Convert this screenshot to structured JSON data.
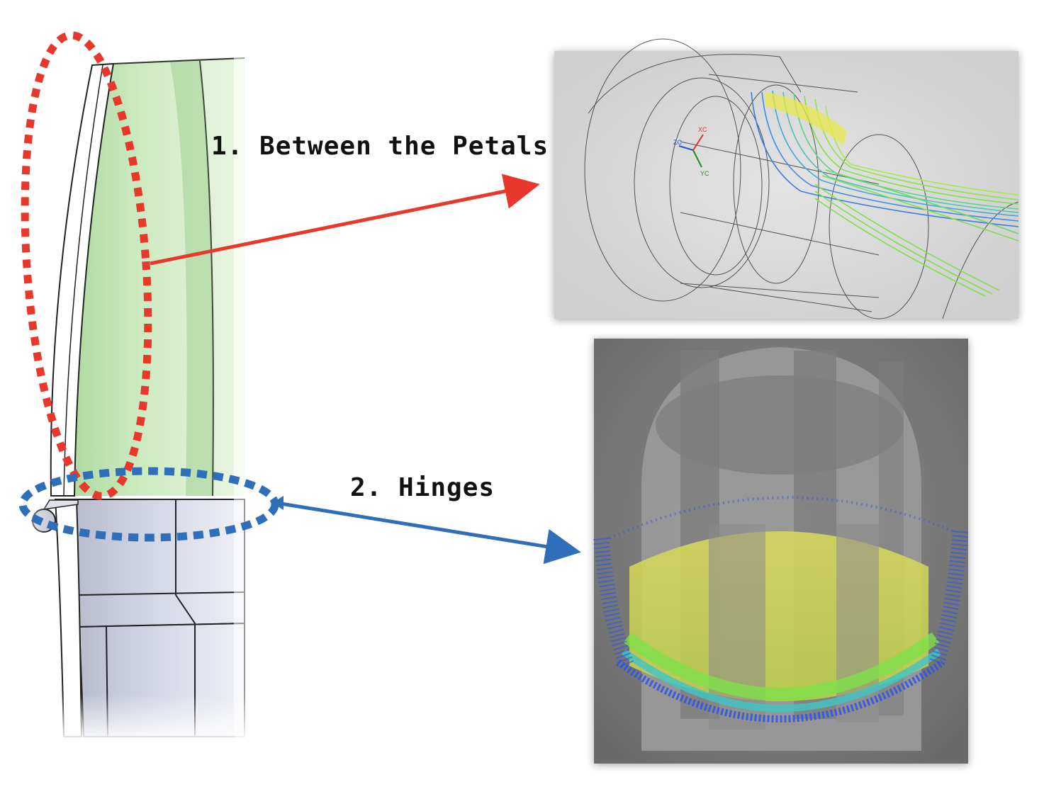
{
  "callouts": {
    "petals": {
      "label": "1. Between the Petals",
      "color": "#e8382b"
    },
    "hinges": {
      "label": "2. Hinges",
      "color": "#2f6fba"
    }
  },
  "views": {
    "streamline_axes": {
      "xc": "XC",
      "yc": "YC",
      "zc": "ZC"
    }
  },
  "colors": {
    "petal_green": "#b9e0a8",
    "steel_gray": "#c3c6d6",
    "sim_background": "#d9d9d9",
    "flow_green": "#7ee04a",
    "flow_blue": "#2d55e6",
    "flow_yellow": "#e6e84a"
  }
}
